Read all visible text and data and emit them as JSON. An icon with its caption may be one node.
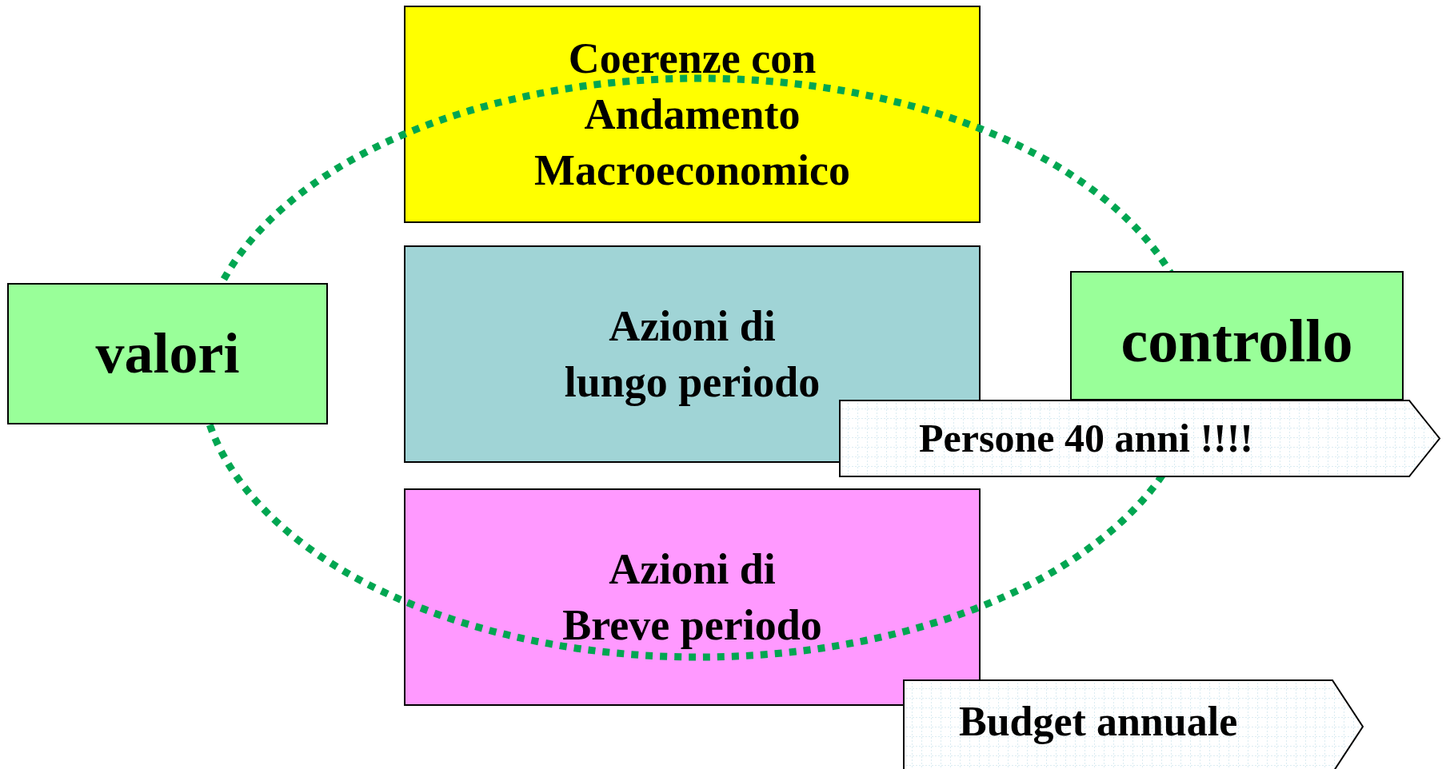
{
  "diagram": {
    "nodes": [
      {
        "text": [
          "valori"
        ]
      },
      {
        "text": [
          "Coerenze con Andamento Macroeconomico"
        ]
      },
      {
        "text": [
          "Azioni di lungo periodo"
        ]
      },
      {
        "text": [
          "Azioni di Breve periodo"
        ]
      },
      {
        "text": [
          "controllo"
        ]
      },
      {
        "text": [
          "Persone 40 anni !!!!"
        ]
      },
      {
        "text": [
          "Budget annuale"
        ]
      }
    ]
  }
}
